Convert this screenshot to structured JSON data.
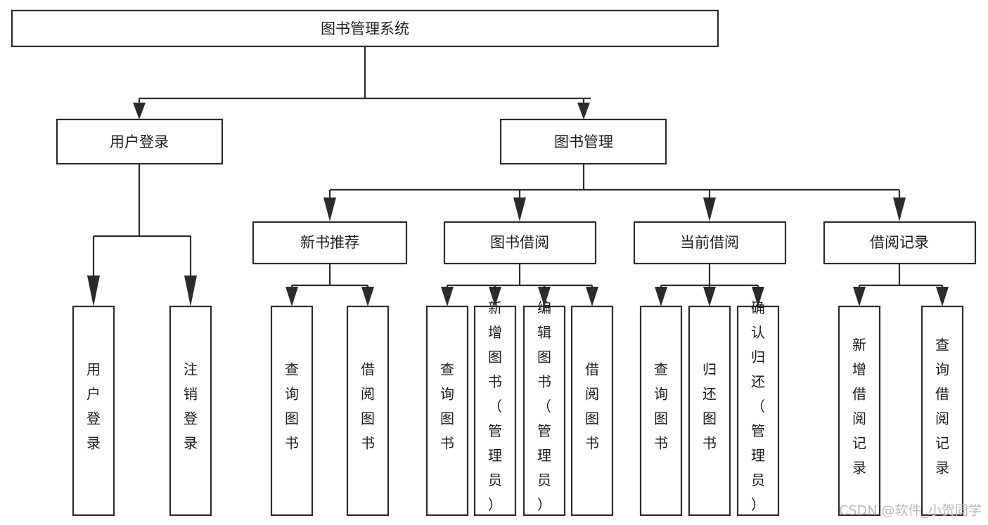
{
  "diagram": {
    "type": "tree-hierarchy",
    "title": "图书管理系统",
    "watermark": "CSDN @软件_小贺同学",
    "colors": {
      "box_stroke": "#2b2b2b",
      "box_fill": "#ffffff",
      "text": "#1c1c1c",
      "background": "#ffffff",
      "watermark": "#b9b9b9"
    },
    "root": {
      "label": "图书管理系统"
    },
    "level2": [
      {
        "label": "用户登录"
      },
      {
        "label": "图书管理"
      }
    ],
    "level3": [
      {
        "label": "新书推荐"
      },
      {
        "label": "图书借阅"
      },
      {
        "label": "当前借阅"
      },
      {
        "label": "借阅记录"
      }
    ],
    "leaves": {
      "user_login": [
        {
          "label": "用户登录"
        },
        {
          "label": "注销登录"
        }
      ],
      "new_book_recommend": [
        {
          "label": "查询图书"
        },
        {
          "label": "借阅图书"
        }
      ],
      "book_borrow": [
        {
          "label": "查询图书"
        },
        {
          "label": "新增图书（管理员）"
        },
        {
          "label": "编辑图书（管理员）"
        },
        {
          "label": "借阅图书"
        }
      ],
      "current_borrow": [
        {
          "label": "查询图书"
        },
        {
          "label": "归还图书"
        },
        {
          "label": "确认归还（管理员）"
        }
      ],
      "borrow_record": [
        {
          "label": "新增借阅记录"
        },
        {
          "label": "查询借阅记录"
        }
      ]
    }
  }
}
